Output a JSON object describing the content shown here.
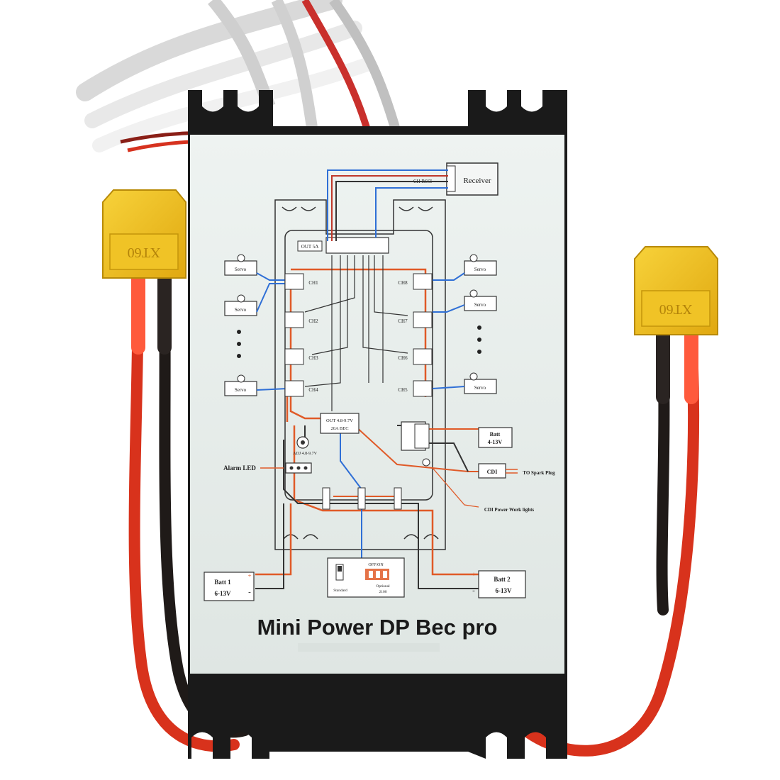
{
  "product": {
    "title": "Mini Power DP Bec pro"
  },
  "connectors": {
    "left_label": "XT60",
    "right_label": "XT60"
  },
  "diagram": {
    "receiver": "Receiver",
    "ch_rssi": "CH RSSI",
    "out_top": "OUT 5A",
    "servo": "Servo",
    "left_channels": [
      "CH1",
      "CH2",
      "CH3",
      "CH4"
    ],
    "right_channels": [
      "CH8",
      "CH7",
      "CH6",
      "CH5"
    ],
    "bec_line1": "OUT 4.8-9.7V",
    "bec_line2": "20A BEC",
    "adj": "ADJ 4.8-9.7V",
    "alarm_led": "Alarm LED",
    "batt_right_top_1": "Batt",
    "batt_right_top_2": "4-13V",
    "cdi": "CDI",
    "spark_plug": "TO Spark Plug",
    "cdi_power": "CDI Power Work lights",
    "switch_label": "OFF/ON",
    "standard": "Standard",
    "optional": "Optional",
    "optional_2": "2100",
    "batt1_line1": "Batt 1",
    "batt1_line2": "6-13V",
    "batt2_line1": "Batt 2",
    "batt2_line2": "6-13V",
    "plus": "+",
    "minus": "-"
  },
  "colors": {
    "board": "#1a1a1a",
    "panel": "#e8eeec",
    "red_wire": "#e8361f",
    "black_wire": "#1f1a18",
    "xt60_yellow": "#f2c21b",
    "trace_blue": "#2f6fd6",
    "trace_orange": "#e05a28",
    "trace_dark": "#333333"
  }
}
